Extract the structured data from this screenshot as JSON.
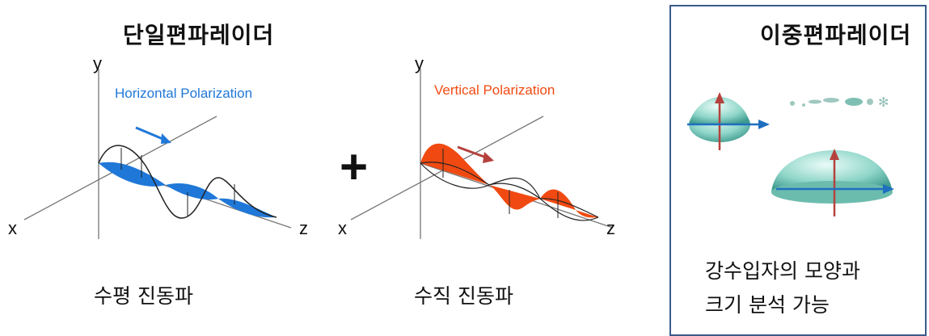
{
  "single": {
    "title": "단일편파레이더",
    "horizontal": {
      "label": "Horizontal Polarization",
      "caption": "수평 진동파",
      "axes": {
        "x": "x",
        "y": "y",
        "z": "z"
      }
    },
    "vertical": {
      "label": "Vertical Polarization",
      "caption": "수직 진동파",
      "axes": {
        "x": "x",
        "y": "y",
        "z": "z"
      }
    },
    "plus": "+"
  },
  "dual": {
    "title": "이중편파레이더",
    "description_line1": "강수입자의 모양과",
    "description_line2": "크기 분석 가능"
  },
  "colors": {
    "horizontal": "#1f78d8",
    "vertical": "#f04a12",
    "arrow_red": "#b5413d",
    "arrow_blue": "#1f6fc0",
    "border": "#3d5a8a"
  }
}
